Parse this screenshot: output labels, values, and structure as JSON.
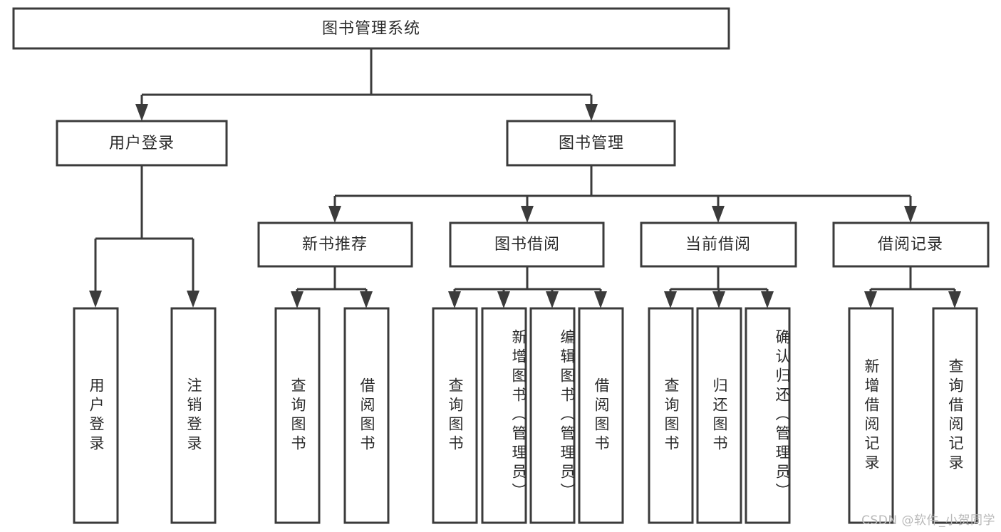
{
  "diagram": {
    "title": "图书管理系统",
    "type": "tree-hierarchy",
    "root": {
      "id": "root",
      "label": "图书管理系统"
    },
    "level1": [
      {
        "id": "user-login",
        "label": "用户登录"
      },
      {
        "id": "book-management",
        "label": "图书管理"
      }
    ],
    "level2": [
      {
        "id": "new-book-recommend",
        "label": "新书推荐",
        "parent": "book-management"
      },
      {
        "id": "book-borrow",
        "label": "图书借阅",
        "parent": "book-management"
      },
      {
        "id": "current-borrow",
        "label": "当前借阅",
        "parent": "book-management"
      },
      {
        "id": "borrow-record",
        "label": "借阅记录",
        "parent": "book-management"
      }
    ],
    "leaves": [
      {
        "id": "leaf-user-login",
        "label": "用户登录",
        "parent": "user-login"
      },
      {
        "id": "leaf-logout",
        "label": "注销登录",
        "parent": "user-login"
      },
      {
        "id": "leaf-query-book-1",
        "label": "查询图书",
        "parent": "new-book-recommend"
      },
      {
        "id": "leaf-borrow-book-1",
        "label": "借阅图书",
        "parent": "new-book-recommend"
      },
      {
        "id": "leaf-query-book-2",
        "label": "查询图书",
        "parent": "book-borrow"
      },
      {
        "id": "leaf-add-book",
        "label": "新增图书（管理员）",
        "parent": "book-borrow"
      },
      {
        "id": "leaf-edit-book",
        "label": "编辑图书（管理员）",
        "parent": "book-borrow"
      },
      {
        "id": "leaf-borrow-book-2",
        "label": "借阅图书",
        "parent": "book-borrow"
      },
      {
        "id": "leaf-query-book-3",
        "label": "查询图书",
        "parent": "current-borrow"
      },
      {
        "id": "leaf-return-book",
        "label": "归还图书",
        "parent": "current-borrow"
      },
      {
        "id": "leaf-confirm-return",
        "label": "确认归还（管理员）",
        "parent": "current-borrow"
      },
      {
        "id": "leaf-add-record",
        "label": "新增借阅记录",
        "parent": "borrow-record"
      },
      {
        "id": "leaf-query-record",
        "label": "查询借阅记录",
        "parent": "borrow-record"
      }
    ],
    "watermark": "CSDN @软件_小贺同学",
    "colors": {
      "background": "#ffffff",
      "box_stroke": "#3b3b3b",
      "box_fill": "#ffffff",
      "text": "#2b2b2b",
      "watermark": "#b9b9b9"
    }
  }
}
